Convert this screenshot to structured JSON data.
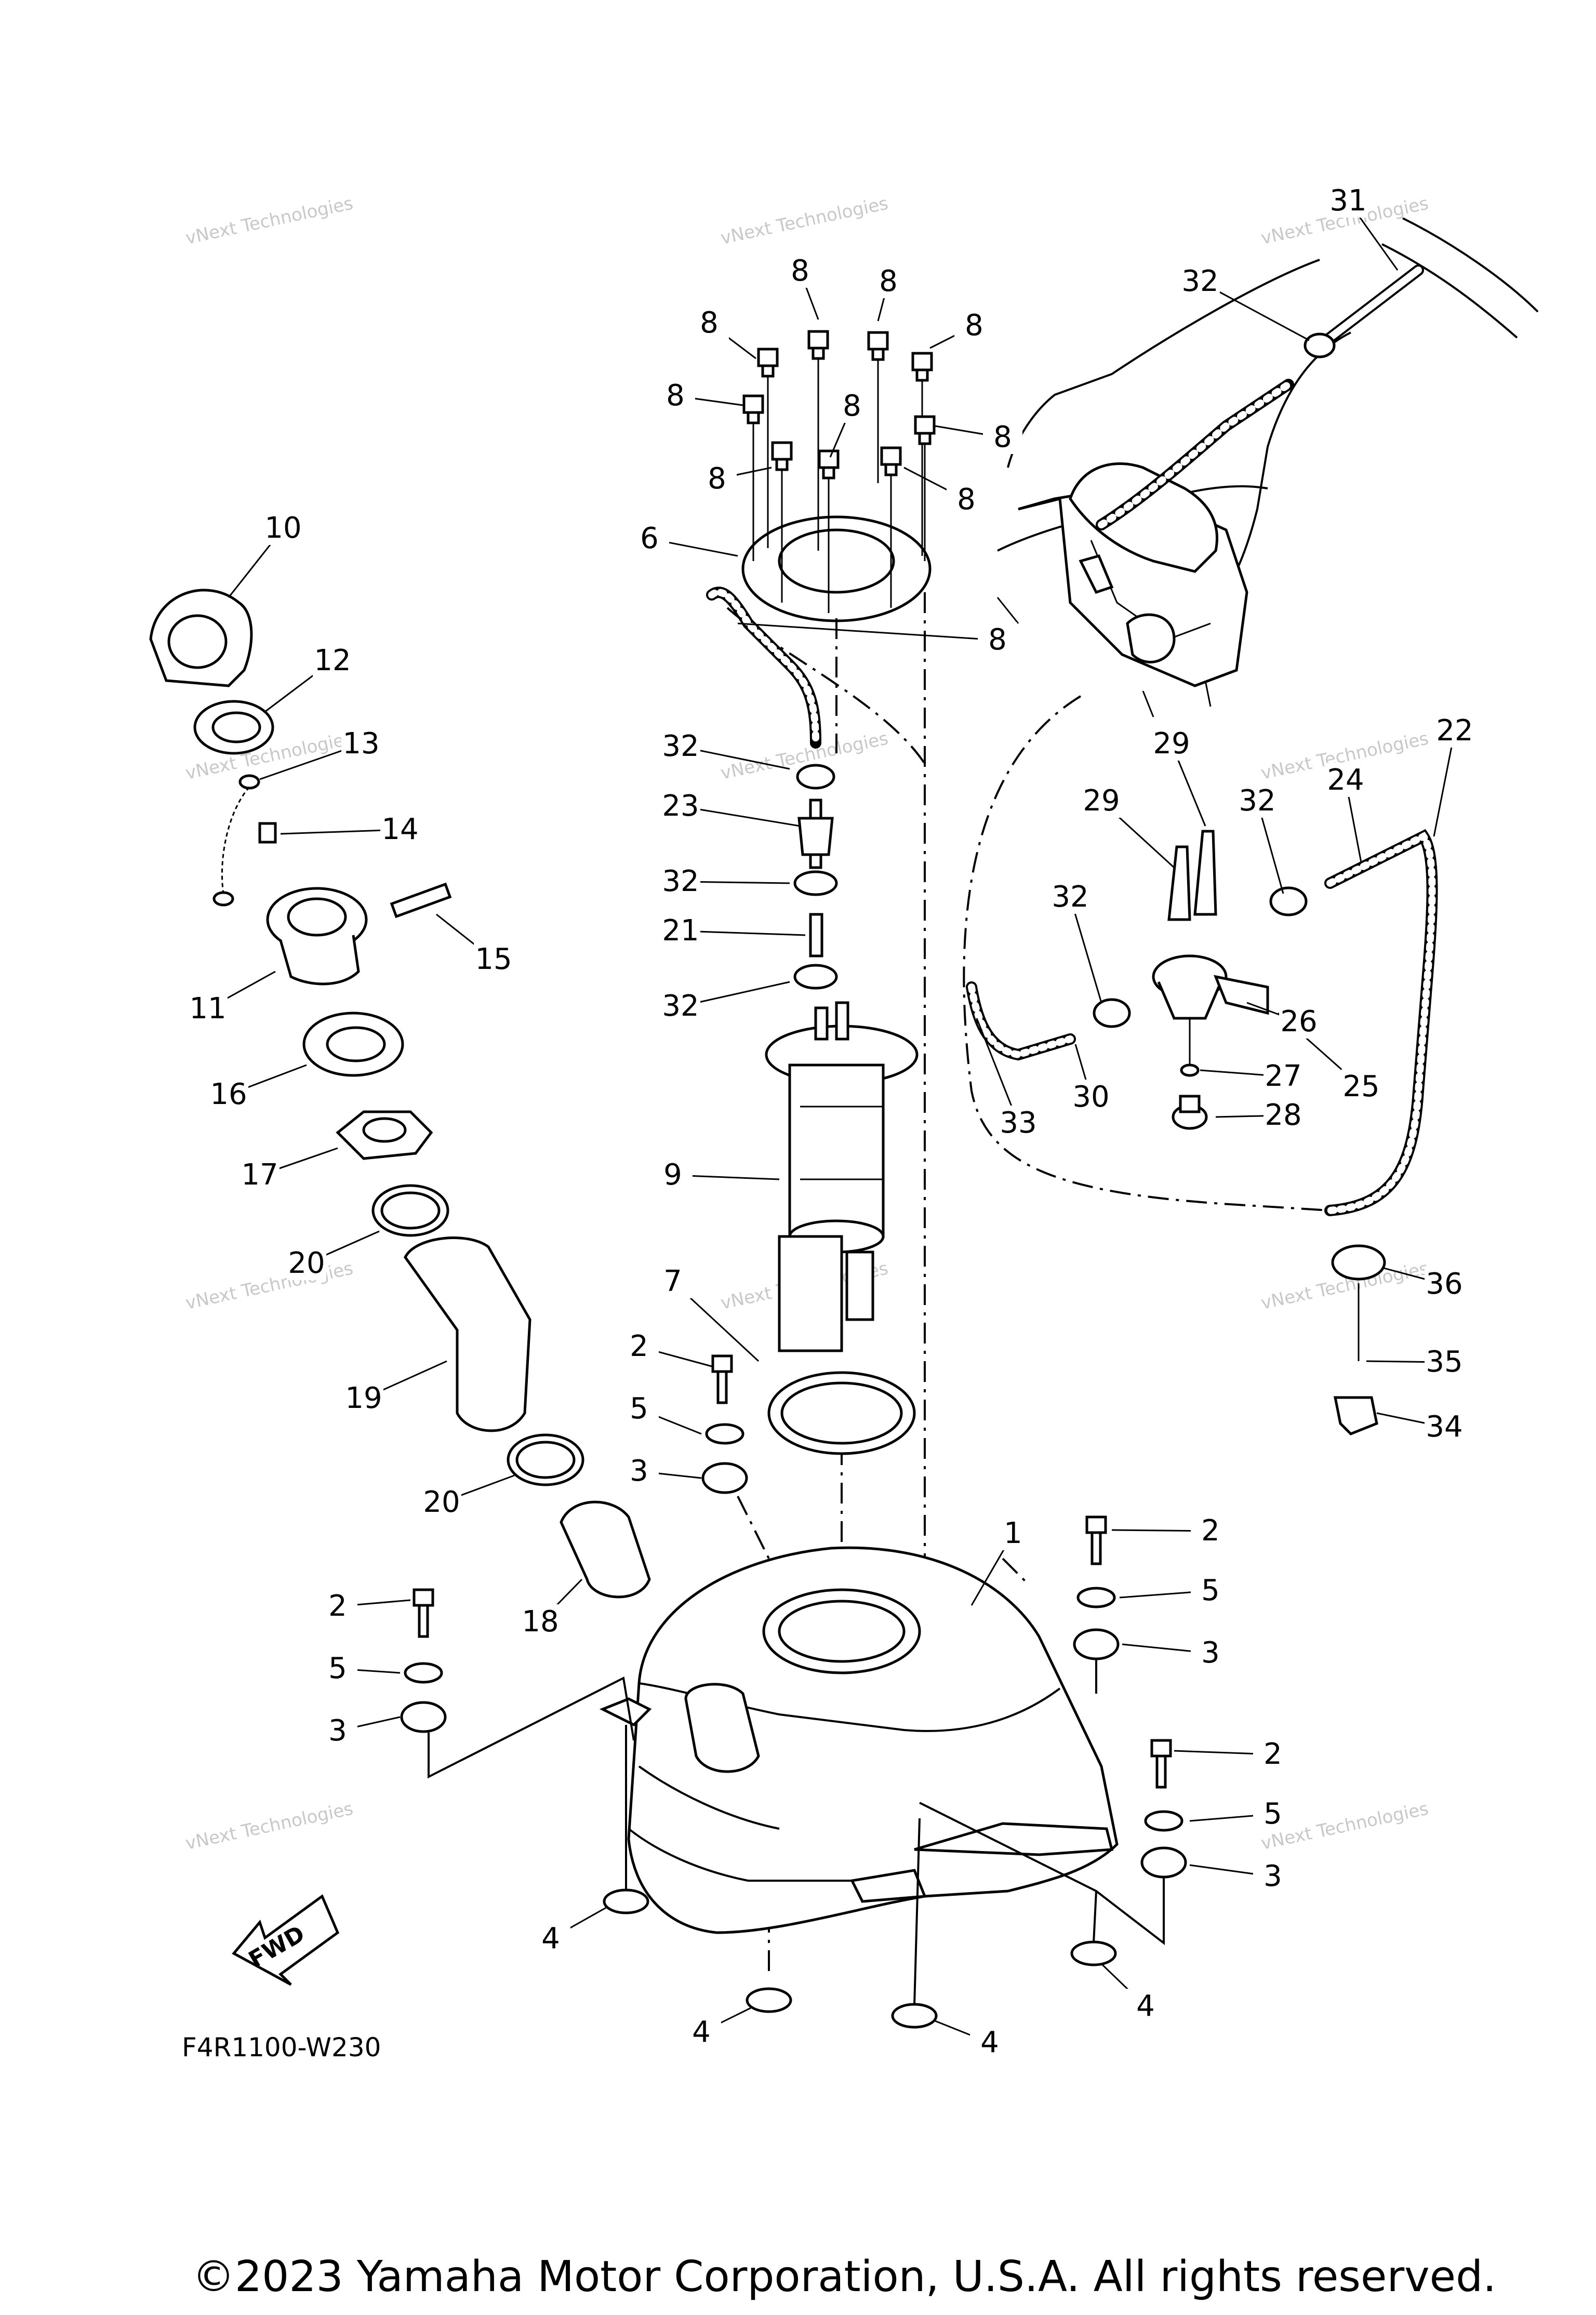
{
  "diagram": {
    "code": "F4R1100-W230",
    "copyright": "©2023 Yamaha Motor Corporation, U.S.A. All rights reserved.",
    "fwd_label": "FWD",
    "watermark": "vNext Technologies",
    "callouts": [
      "1",
      "2",
      "2",
      "2",
      "2",
      "3",
      "3",
      "3",
      "3",
      "4",
      "4",
      "4",
      "4",
      "5",
      "5",
      "5",
      "5",
      "6",
      "7",
      "8",
      "8",
      "8",
      "8",
      "8",
      "8",
      "8",
      "8",
      "8",
      "8",
      "9",
      "10",
      "11",
      "12",
      "13",
      "14",
      "15",
      "16",
      "17",
      "18",
      "19",
      "20",
      "20",
      "21",
      "22",
      "23",
      "24",
      "25",
      "26",
      "27",
      "28",
      "29",
      "29",
      "30",
      "31",
      "32",
      "32",
      "32",
      "32",
      "32",
      "32",
      "33",
      "34",
      "35",
      "36"
    ]
  }
}
